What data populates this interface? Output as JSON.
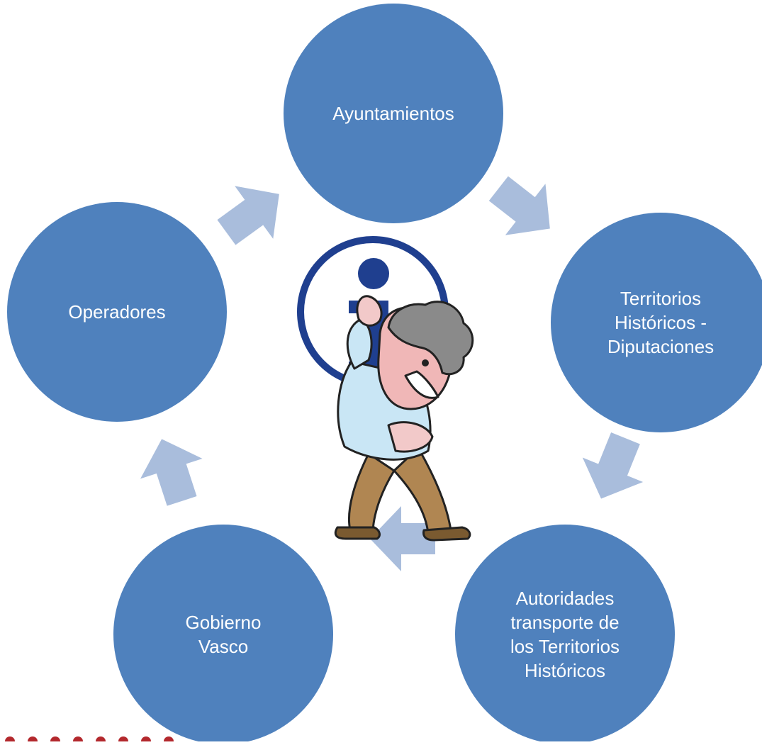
{
  "diagram": {
    "type": "cycle",
    "colors": {
      "node_fill": "#4f81bd",
      "arrow_fill": "#a9bddc",
      "label_text": "#ffffff",
      "info_ring": "#1f3f8f",
      "corner_dots": "#b3282d"
    },
    "nodes": [
      {
        "id": "ayuntamientos",
        "lines": [
          "Ayuntamientos"
        ]
      },
      {
        "id": "territorios-historicos-diputaciones",
        "lines": [
          "Territorios",
          "Históricos -",
          "Diputaciones"
        ]
      },
      {
        "id": "autoridades-transporte",
        "lines": [
          "Autoridades",
          "transporte de",
          "los Territorios",
          "Históricos"
        ]
      },
      {
        "id": "gobierno-vasco",
        "lines": [
          "Gobierno",
          "Vasco"
        ]
      },
      {
        "id": "operadores",
        "lines": [
          "Operadores"
        ]
      }
    ],
    "edges": [
      {
        "from": "ayuntamientos",
        "to": "territorios-historicos-diputaciones"
      },
      {
        "from": "territorios-historicos-diputaciones",
        "to": "autoridades-transporte"
      },
      {
        "from": "autoridades-transporte",
        "to": "gobierno-vasco"
      },
      {
        "from": "gobierno-vasco",
        "to": "operadores"
      },
      {
        "from": "operadores",
        "to": "ayuntamientos"
      }
    ],
    "center_image": {
      "icon": "info-icon",
      "figure": "confused-person-clipart"
    }
  }
}
